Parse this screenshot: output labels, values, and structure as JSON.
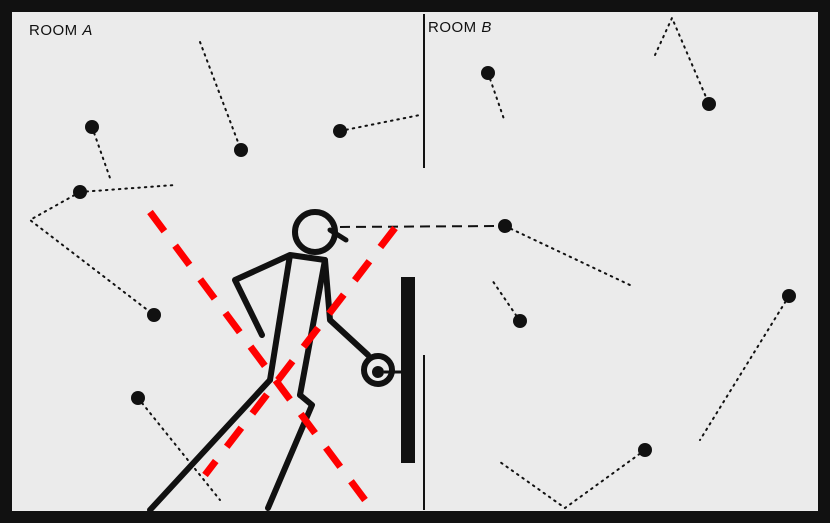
{
  "rooms": {
    "a": {
      "prefix": "ROOM",
      "letter": "A"
    },
    "b": {
      "prefix": "ROOM",
      "letter": "B"
    }
  },
  "colors": {
    "background": "#ebebeb",
    "border": "#111111",
    "ink": "#111111",
    "cross": "#ff0000"
  }
}
